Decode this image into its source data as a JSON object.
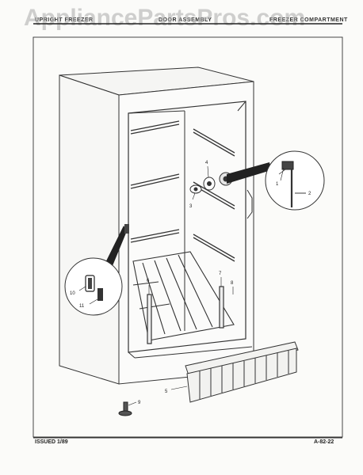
{
  "watermark": "AppliancePartsPros.com",
  "header": {
    "left": "UPRIGHT FREEZER",
    "center": "DOOR ASSEMBLY",
    "right": "FREEZER COMPARTMENT"
  },
  "callouts": [
    "1",
    "2",
    "3",
    "4",
    "5",
    "6",
    "7",
    "8",
    "9",
    "10",
    "11"
  ],
  "footer": {
    "issued": "ISSUED 1/89",
    "code": "A-82-22"
  }
}
